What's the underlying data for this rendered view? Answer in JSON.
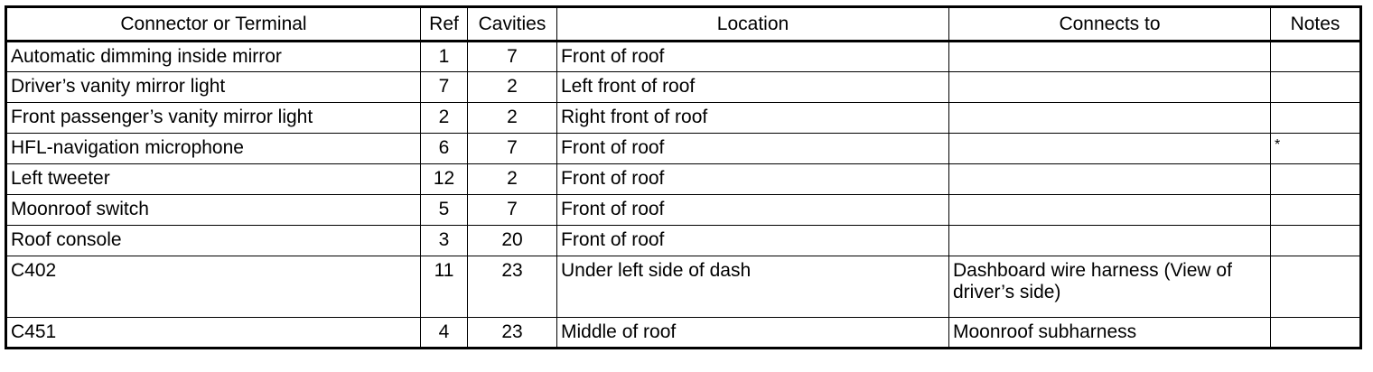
{
  "table": {
    "headers": [
      "Connector or Terminal",
      "Ref",
      "Cavities",
      "Location",
      "Connects to",
      "Notes"
    ],
    "rows": [
      {
        "connector": "Automatic dimming inside mirror",
        "ref": "1",
        "cavities": "7",
        "location": "Front of roof",
        "connects_to": "",
        "notes": ""
      },
      {
        "connector": "Driver’s vanity mirror light",
        "ref": "7",
        "cavities": "2",
        "location": "Left front of roof",
        "connects_to": "",
        "notes": ""
      },
      {
        "connector": "Front passenger’s vanity mirror light",
        "ref": "2",
        "cavities": "2",
        "location": "Right front of roof",
        "connects_to": "",
        "notes": ""
      },
      {
        "connector": "HFL-navigation microphone",
        "ref": "6",
        "cavities": "7",
        "location": "Front of roof",
        "connects_to": "",
        "notes": "*"
      },
      {
        "connector": "Left tweeter",
        "ref": "12",
        "cavities": "2",
        "location": "Front of roof",
        "connects_to": "",
        "notes": ""
      },
      {
        "connector": "Moonroof switch",
        "ref": "5",
        "cavities": "7",
        "location": "Front of roof",
        "connects_to": "",
        "notes": ""
      },
      {
        "connector": "Roof console",
        "ref": "3",
        "cavities": "20",
        "location": "Front of roof",
        "connects_to": "",
        "notes": ""
      },
      {
        "connector": "C402",
        "ref": "11",
        "cavities": "23",
        "location": "Under left side of dash",
        "connects_to": "Dashboard wire harness (View of driver’s side)",
        "notes": ""
      },
      {
        "connector": "C451",
        "ref": "4",
        "cavities": "23",
        "location": "Middle of roof",
        "connects_to": "Moonroof subharness",
        "notes": ""
      }
    ]
  }
}
